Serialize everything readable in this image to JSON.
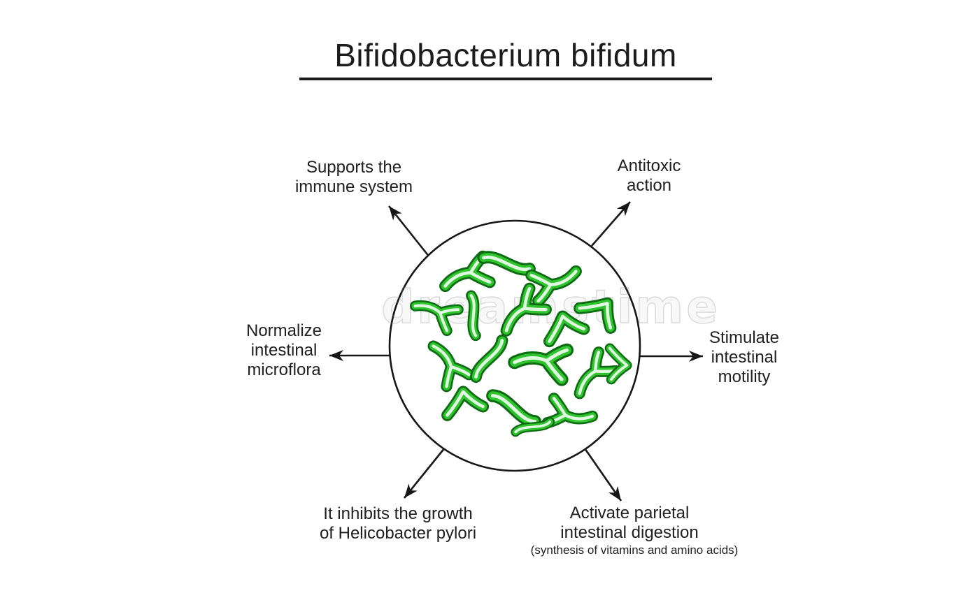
{
  "title": "Bifidobacterium bifidum",
  "watermark": "dreamstime",
  "diagram": {
    "subject_icon": "bifidobacterium-cluster-illustration",
    "benefits": {
      "top_left": "Supports the\nimmune system",
      "top_right": "Antitoxic\naction",
      "left": "Normalize\nintestinal\nmicroflora",
      "right": "Stimulate\nintestinal\nmotility",
      "bottom_left": "It inhibits the growth\nof Helicobacter pylori",
      "bottom_right": "Activate parietal\nintestinal digestion",
      "bottom_right_note": "(synthesis of vitamins and amino acids)"
    },
    "colors": {
      "text": "#202020",
      "line": "#161616",
      "bacteria_green": "#2fc32f",
      "bacteria_dark_green": "#0d6b11",
      "bacteria_highlight": "#f0fff0",
      "background": "#ffffff"
    }
  }
}
